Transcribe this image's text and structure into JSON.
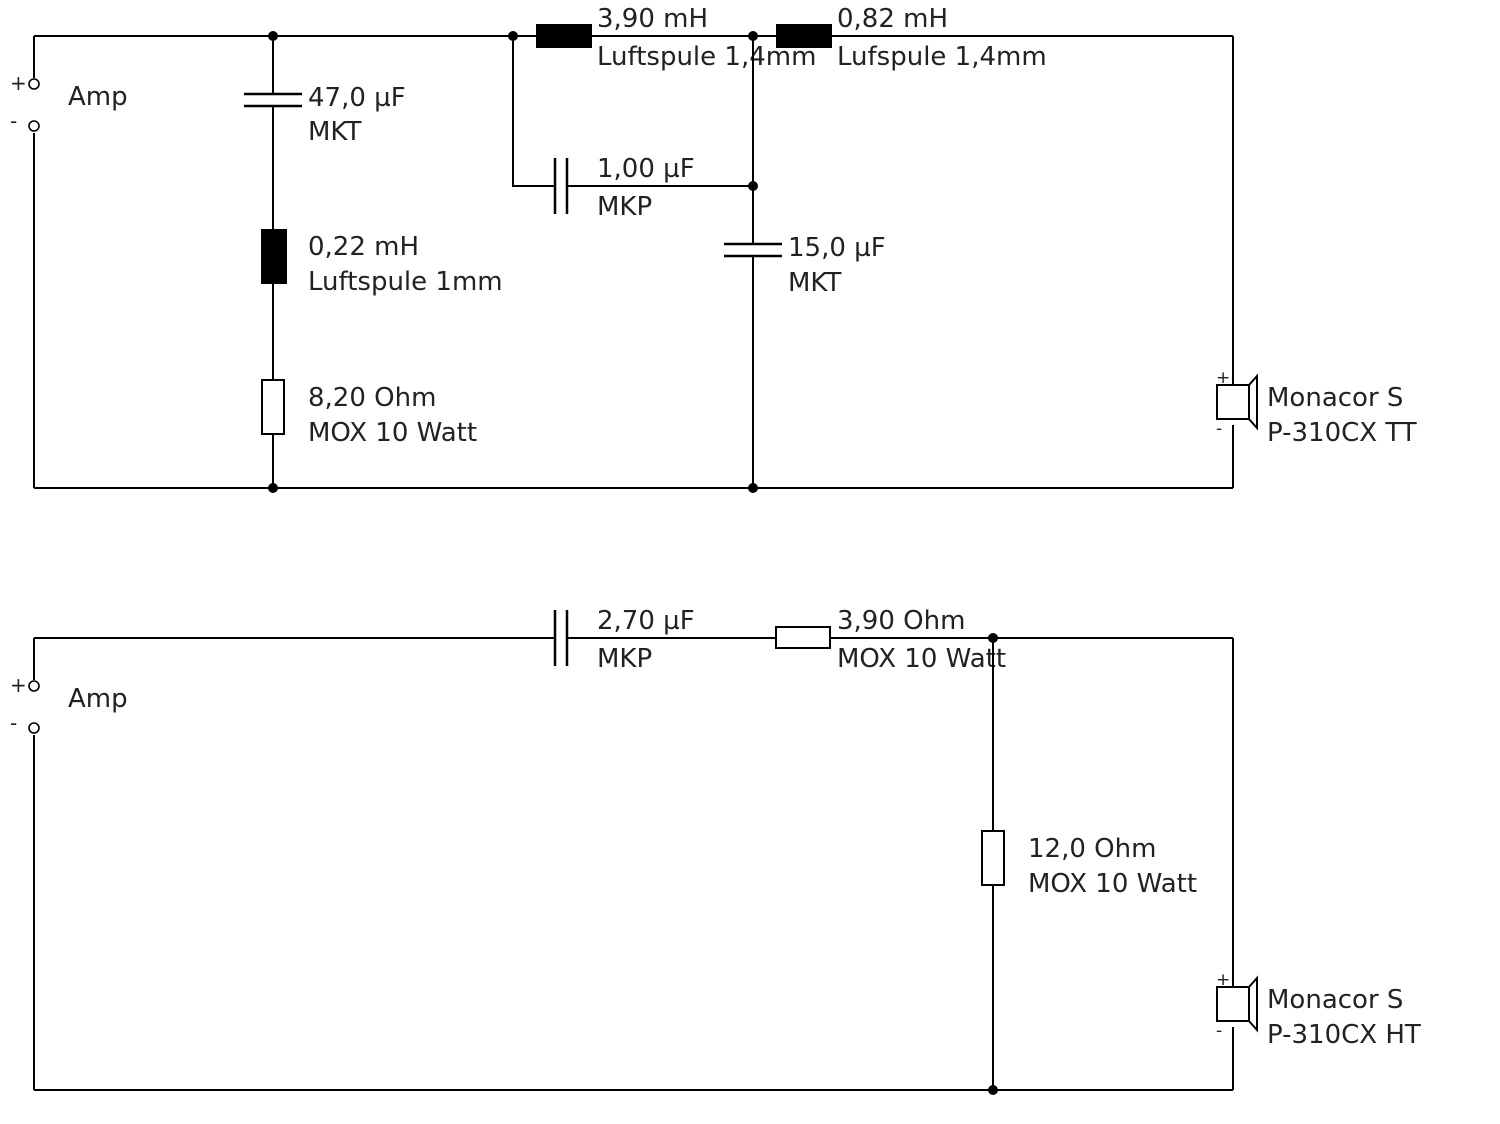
{
  "woofer_circuit": {
    "amp_label": "Amp",
    "plus_sign": "+",
    "minus_sign": "-",
    "c_shunt": {
      "value": "47,0 µF",
      "type": "MKT"
    },
    "l_shunt": {
      "value": "0,22 mH",
      "type": "Luftspule 1mm"
    },
    "r_shunt": {
      "value": "8,20 Ohm",
      "type": "MOX 10 Watt"
    },
    "l_series1": {
      "value": "3,90 mH",
      "type": "Luftspule 1,4mm"
    },
    "l_series2": {
      "value": "0,82 mH",
      "type": "Lufspule 1,4mm"
    },
    "c_bridge": {
      "value": "1,00 µF",
      "type": "MKP"
    },
    "c_shunt2": {
      "value": "15,0 µF",
      "type": "MKT"
    },
    "speaker": {
      "line1": "Monacor S",
      "line2": "P-310CX TT",
      "plus": "+",
      "minus": "-"
    }
  },
  "tweeter_circuit": {
    "amp_label": "Amp",
    "plus_sign": "+",
    "minus_sign": "-",
    "c_series": {
      "value": "2,70 µF",
      "type": "MKP"
    },
    "r_series": {
      "value": "3,90 Ohm",
      "type": "MOX 10 Watt"
    },
    "r_shunt": {
      "value": "12,0 Ohm",
      "type": "MOX 10 Watt"
    },
    "speaker": {
      "line1": "Monacor S",
      "line2": "P-310CX HT",
      "plus": "+",
      "minus": "-"
    }
  }
}
